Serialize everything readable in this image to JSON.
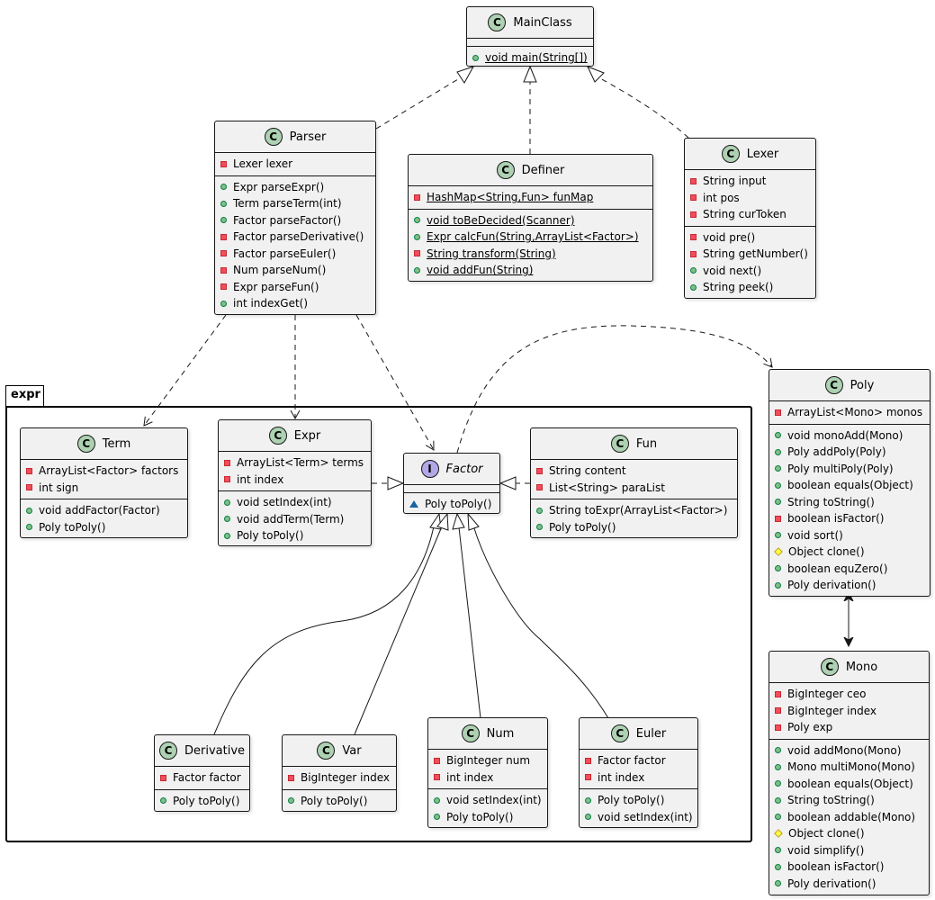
{
  "colors": {
    "class_fill": "#f1f1f1",
    "class_circle": "#add1b2",
    "interface_circle": "#b4a7e5",
    "border": "#181818",
    "public": "#84be84",
    "private": "#f24d5c",
    "protected": "#ffff44",
    "package": "#1963a0"
  },
  "package": {
    "name": "expr"
  },
  "classes": {
    "mainclass": {
      "stereo": "C",
      "name": "MainClass",
      "fields": [],
      "methods": [
        {
          "vis": "public",
          "static": true,
          "text": "void main(String[])"
        }
      ]
    },
    "parser": {
      "stereo": "C",
      "name": "Parser",
      "fields": [
        {
          "vis": "private",
          "text": "Lexer lexer"
        }
      ],
      "methods": [
        {
          "vis": "public",
          "text": "Expr parseExpr()"
        },
        {
          "vis": "public",
          "text": "Term parseTerm(int)"
        },
        {
          "vis": "public",
          "text": "Factor parseFactor()"
        },
        {
          "vis": "private",
          "text": "Factor parseDerivative()"
        },
        {
          "vis": "private",
          "text": "Factor parseEuler()"
        },
        {
          "vis": "private",
          "text": "Num parseNum()"
        },
        {
          "vis": "private",
          "text": "Expr parseFun()"
        },
        {
          "vis": "public",
          "text": "int indexGet()"
        }
      ]
    },
    "definer": {
      "stereo": "C",
      "name": "Definer",
      "fields": [
        {
          "vis": "private",
          "static": true,
          "text": "HashMap<String,Fun> funMap"
        }
      ],
      "methods": [
        {
          "vis": "public",
          "static": true,
          "text": "void toBeDecided(Scanner)"
        },
        {
          "vis": "public",
          "static": true,
          "text": "Expr calcFun(String,ArrayList<Factor>)"
        },
        {
          "vis": "private",
          "static": true,
          "text": "String transform(String)"
        },
        {
          "vis": "public",
          "static": true,
          "text": "void addFun(String)"
        }
      ]
    },
    "lexer": {
      "stereo": "C",
      "name": "Lexer",
      "fields": [
        {
          "vis": "private",
          "text": "String input"
        },
        {
          "vis": "private",
          "text": "int pos"
        },
        {
          "vis": "private",
          "text": "String curToken"
        }
      ],
      "methods": [
        {
          "vis": "private",
          "text": "void pre()"
        },
        {
          "vis": "private",
          "text": "String getNumber()"
        },
        {
          "vis": "public",
          "text": "void next()"
        },
        {
          "vis": "public",
          "text": "String peek()"
        }
      ]
    },
    "term": {
      "stereo": "C",
      "name": "Term",
      "fields": [
        {
          "vis": "private",
          "text": "ArrayList<Factor> factors"
        },
        {
          "vis": "private",
          "text": "int sign"
        }
      ],
      "methods": [
        {
          "vis": "public",
          "text": "void addFactor(Factor)"
        },
        {
          "vis": "public",
          "text": "Poly toPoly()"
        }
      ]
    },
    "expr": {
      "stereo": "C",
      "name": "Expr",
      "fields": [
        {
          "vis": "private",
          "text": "ArrayList<Term> terms"
        },
        {
          "vis": "private",
          "text": "int index"
        }
      ],
      "methods": [
        {
          "vis": "public",
          "text": "void setIndex(int)"
        },
        {
          "vis": "public",
          "text": "void addTerm(Term)"
        },
        {
          "vis": "public",
          "text": "Poly toPoly()"
        }
      ]
    },
    "factor": {
      "stereo": "I",
      "name": "Factor",
      "italic": true,
      "fields": [],
      "methods": [
        {
          "vis": "package",
          "text": "Poly toPoly()"
        }
      ]
    },
    "fun": {
      "stereo": "C",
      "name": "Fun",
      "fields": [
        {
          "vis": "private",
          "text": "String content"
        },
        {
          "vis": "private",
          "text": "List<String> paraList"
        }
      ],
      "methods": [
        {
          "vis": "public",
          "text": "String toExpr(ArrayList<Factor>)"
        },
        {
          "vis": "public",
          "text": "Poly toPoly()"
        }
      ]
    },
    "derivative": {
      "stereo": "C",
      "name": "Derivative",
      "fields": [
        {
          "vis": "private",
          "text": "Factor factor"
        }
      ],
      "methods": [
        {
          "vis": "public",
          "text": "Poly toPoly()"
        }
      ]
    },
    "var": {
      "stereo": "C",
      "name": "Var",
      "fields": [
        {
          "vis": "private",
          "text": "BigInteger index"
        }
      ],
      "methods": [
        {
          "vis": "public",
          "text": "Poly toPoly()"
        }
      ]
    },
    "num": {
      "stereo": "C",
      "name": "Num",
      "fields": [
        {
          "vis": "private",
          "text": "BigInteger num"
        },
        {
          "vis": "private",
          "text": "int index"
        }
      ],
      "methods": [
        {
          "vis": "public",
          "text": "void setIndex(int)"
        },
        {
          "vis": "public",
          "text": "Poly toPoly()"
        }
      ]
    },
    "euler": {
      "stereo": "C",
      "name": "Euler",
      "fields": [
        {
          "vis": "private",
          "text": "Factor factor"
        },
        {
          "vis": "private",
          "text": "int index"
        }
      ],
      "methods": [
        {
          "vis": "public",
          "text": "Poly toPoly()"
        },
        {
          "vis": "public",
          "text": "void setIndex(int)"
        }
      ]
    },
    "poly": {
      "stereo": "C",
      "name": "Poly",
      "fields": [
        {
          "vis": "private",
          "text": "ArrayList<Mono> monos"
        }
      ],
      "methods": [
        {
          "vis": "public",
          "text": "void monoAdd(Mono)"
        },
        {
          "vis": "public",
          "text": "Poly addPoly(Poly)"
        },
        {
          "vis": "public",
          "text": "Poly multiPoly(Poly)"
        },
        {
          "vis": "public",
          "text": "boolean equals(Object)"
        },
        {
          "vis": "public",
          "text": "String toString()"
        },
        {
          "vis": "private",
          "text": "boolean isFactor()"
        },
        {
          "vis": "public",
          "text": "void sort()"
        },
        {
          "vis": "protected",
          "text": "Object clone()"
        },
        {
          "vis": "public",
          "text": "boolean equZero()"
        },
        {
          "vis": "public",
          "text": "Poly derivation()"
        }
      ]
    },
    "mono": {
      "stereo": "C",
      "name": "Mono",
      "fields": [
        {
          "vis": "private",
          "text": "BigInteger ceo"
        },
        {
          "vis": "private",
          "text": "BigInteger index"
        },
        {
          "vis": "private",
          "text": "Poly exp"
        }
      ],
      "methods": [
        {
          "vis": "public",
          "text": "void addMono(Mono)"
        },
        {
          "vis": "public",
          "text": "Mono multiMono(Mono)"
        },
        {
          "vis": "public",
          "text": "boolean equals(Object)"
        },
        {
          "vis": "public",
          "text": "String toString()"
        },
        {
          "vis": "public",
          "text": "boolean addable(Mono)"
        },
        {
          "vis": "protected",
          "text": "Object clone()"
        },
        {
          "vis": "public",
          "text": "void simplify()"
        },
        {
          "vis": "public",
          "text": "boolean isFactor()"
        },
        {
          "vis": "public",
          "text": "Poly derivation()"
        }
      ]
    }
  }
}
